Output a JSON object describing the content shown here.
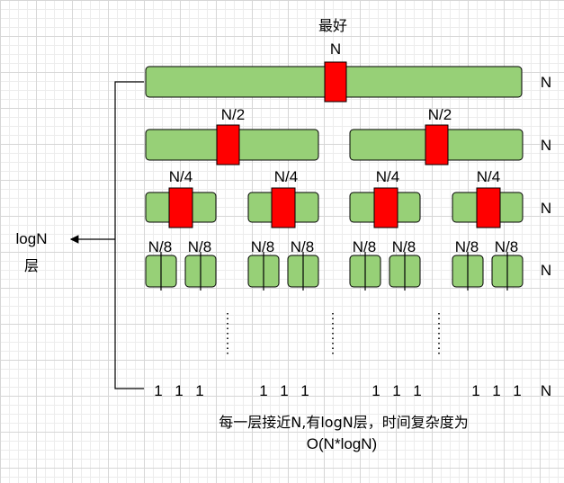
{
  "labels": {
    "best": "最好",
    "top_n": "N",
    "half": "N/2",
    "quarter": "N/4",
    "eighth": "N/8",
    "one": "1",
    "row_total": "N",
    "log_levels_line1": "logN",
    "log_levels_line2": "层",
    "caption_line1": "每一层接近N,有logN层，时间复杂度为",
    "caption_line2": "O(N*logN)"
  },
  "colors": {
    "segment_fill": "#97d077",
    "pivot_fill": "#ff0000",
    "stroke": "#000000"
  }
}
